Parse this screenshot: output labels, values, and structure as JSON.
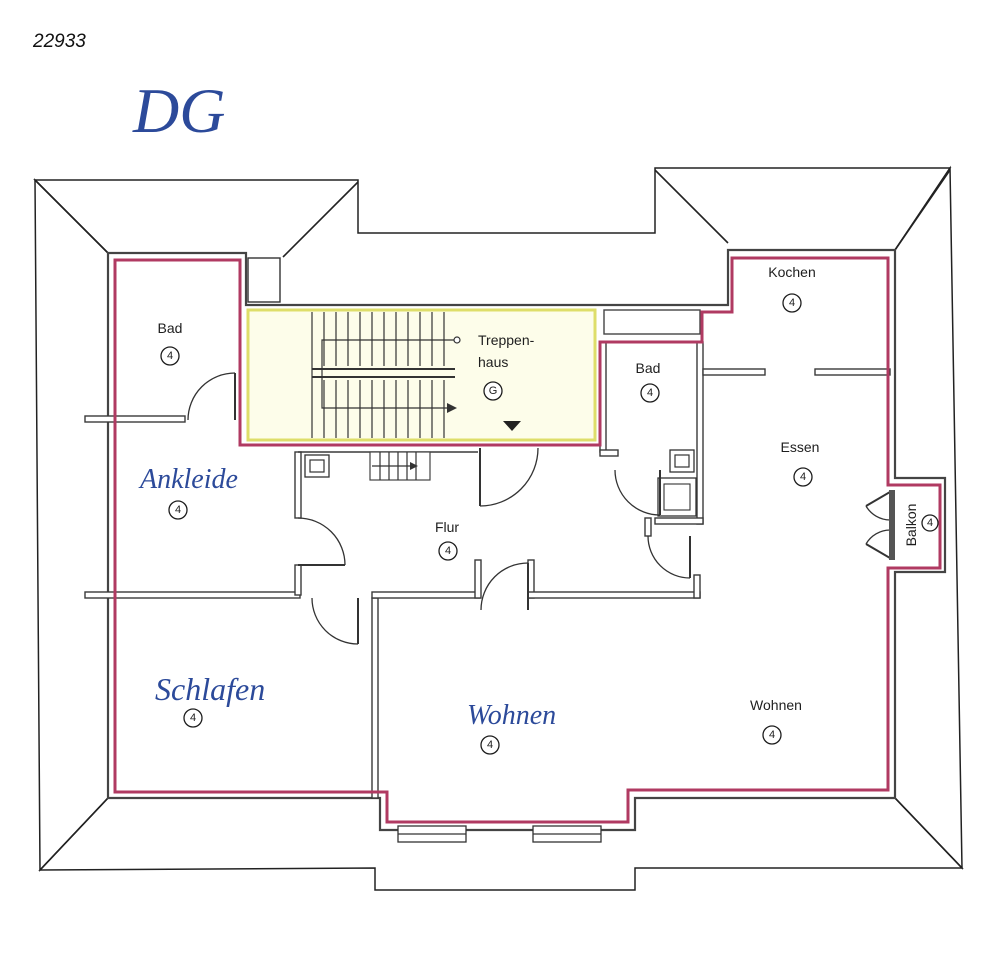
{
  "sheet_number": "22933",
  "floor_label": "DG",
  "rooms": {
    "bad_left": {
      "label": "Bad",
      "code": "4"
    },
    "treppenhaus": {
      "label_line1": "Treppen-",
      "label_line2": "haus",
      "code": "G"
    },
    "kochen": {
      "label": "Kochen",
      "code": "4"
    },
    "bad_right": {
      "label": "Bad",
      "code": "4"
    },
    "essen": {
      "label": "Essen",
      "code": "4"
    },
    "ankleide": {
      "label": "Ankleide",
      "code": "4"
    },
    "flur": {
      "label": "Flur",
      "code": "4"
    },
    "balkon": {
      "label": "Balkon",
      "code": "4"
    },
    "schlafen": {
      "label": "Schlafen",
      "code": "4"
    },
    "wohnen_left": {
      "label": "Wohnen",
      "code": "4"
    },
    "wohnen_right": {
      "label": "Wohnen",
      "code": "4"
    }
  },
  "colors": {
    "unit_outline": "#b03a62",
    "handwriting": "#2c4a9a",
    "stairwell_outline": "#dede6a",
    "stairwell_fill": "#fdfdea",
    "line": "#333333"
  }
}
